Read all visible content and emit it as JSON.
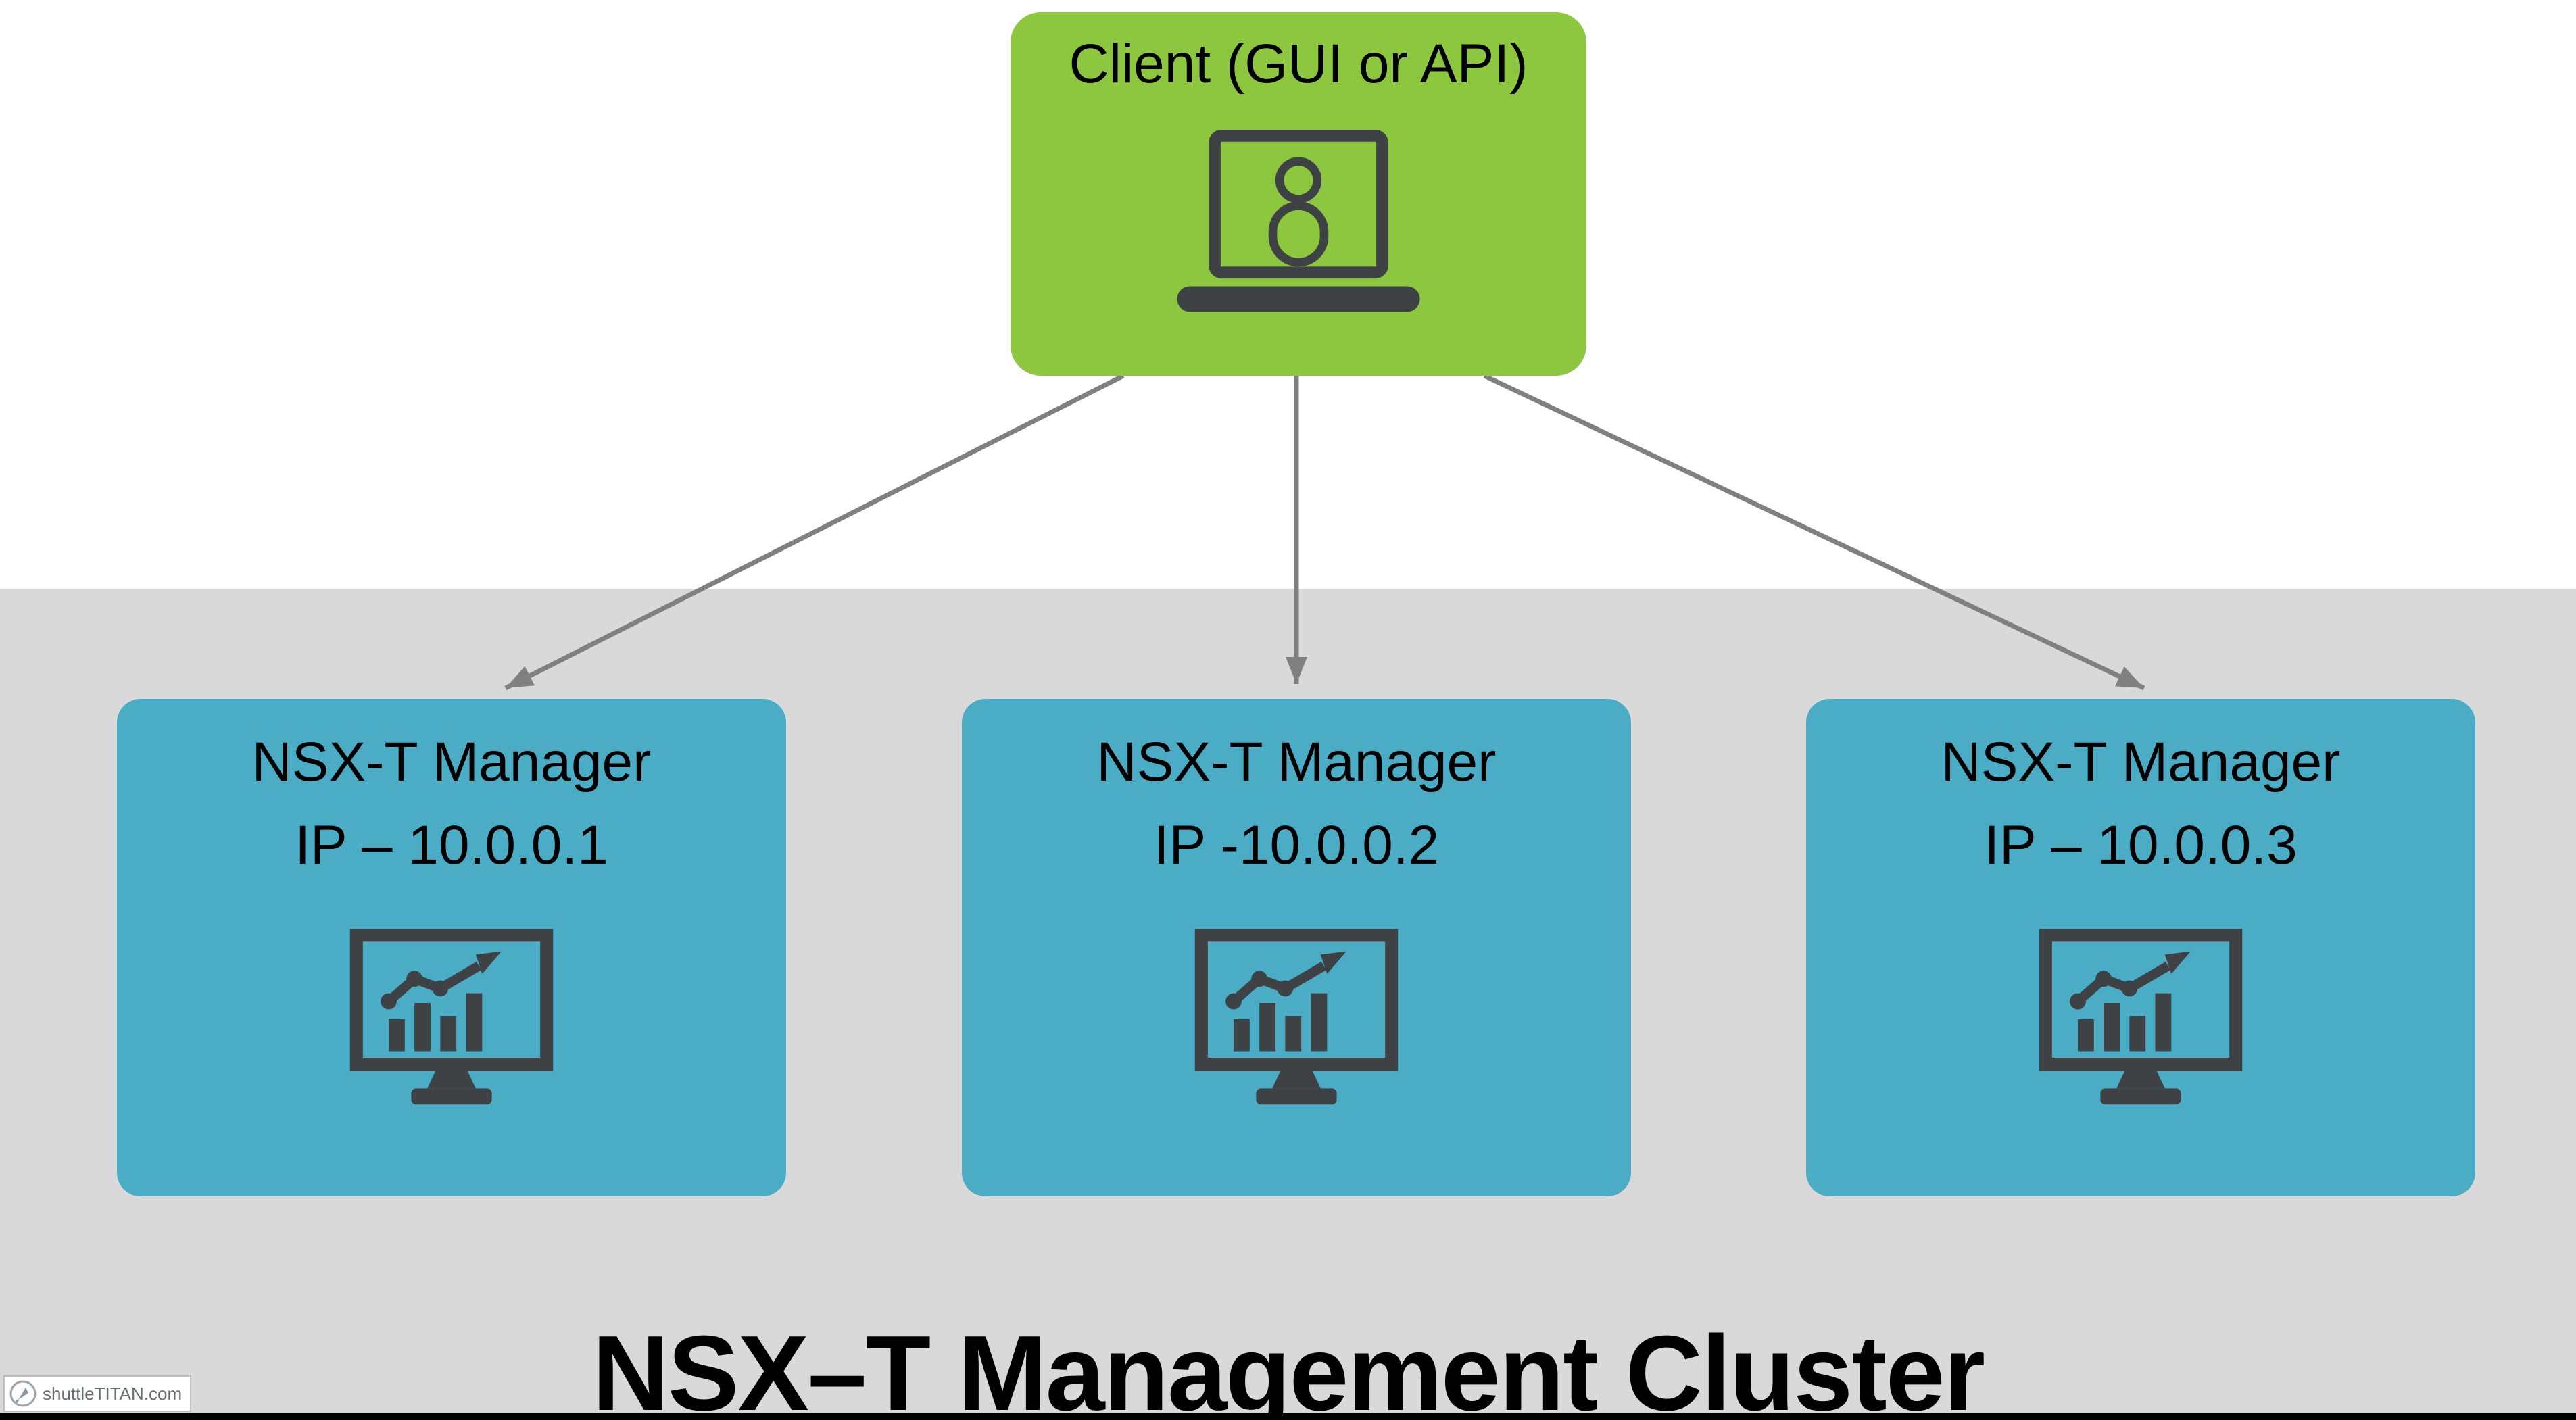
{
  "diagram": {
    "client": {
      "label": "Client (GUI or API)"
    },
    "managers": [
      {
        "title": "NSX-T Manager",
        "ip": "IP – 10.0.0.1"
      },
      {
        "title": "NSX-T Manager",
        "ip": "IP -10.0.0.2"
      },
      {
        "title": "NSX-T Manager",
        "ip": "IP – 10.0.0.3"
      }
    ],
    "cluster_title": "NSX–T Management Cluster",
    "watermark": "shuttleTITAN.com"
  },
  "icons": {
    "client": "laptop-user-icon",
    "manager": "monitor-chart-icon"
  },
  "colors": {
    "client_green": "#8DC63F",
    "manager_teal": "#4BACC6",
    "band_gray": "#D9D9D9",
    "connector_gray": "#808080",
    "icon_dark": "#3F4245",
    "text_black": "#000000",
    "bottom_bar_black": "#000000"
  }
}
